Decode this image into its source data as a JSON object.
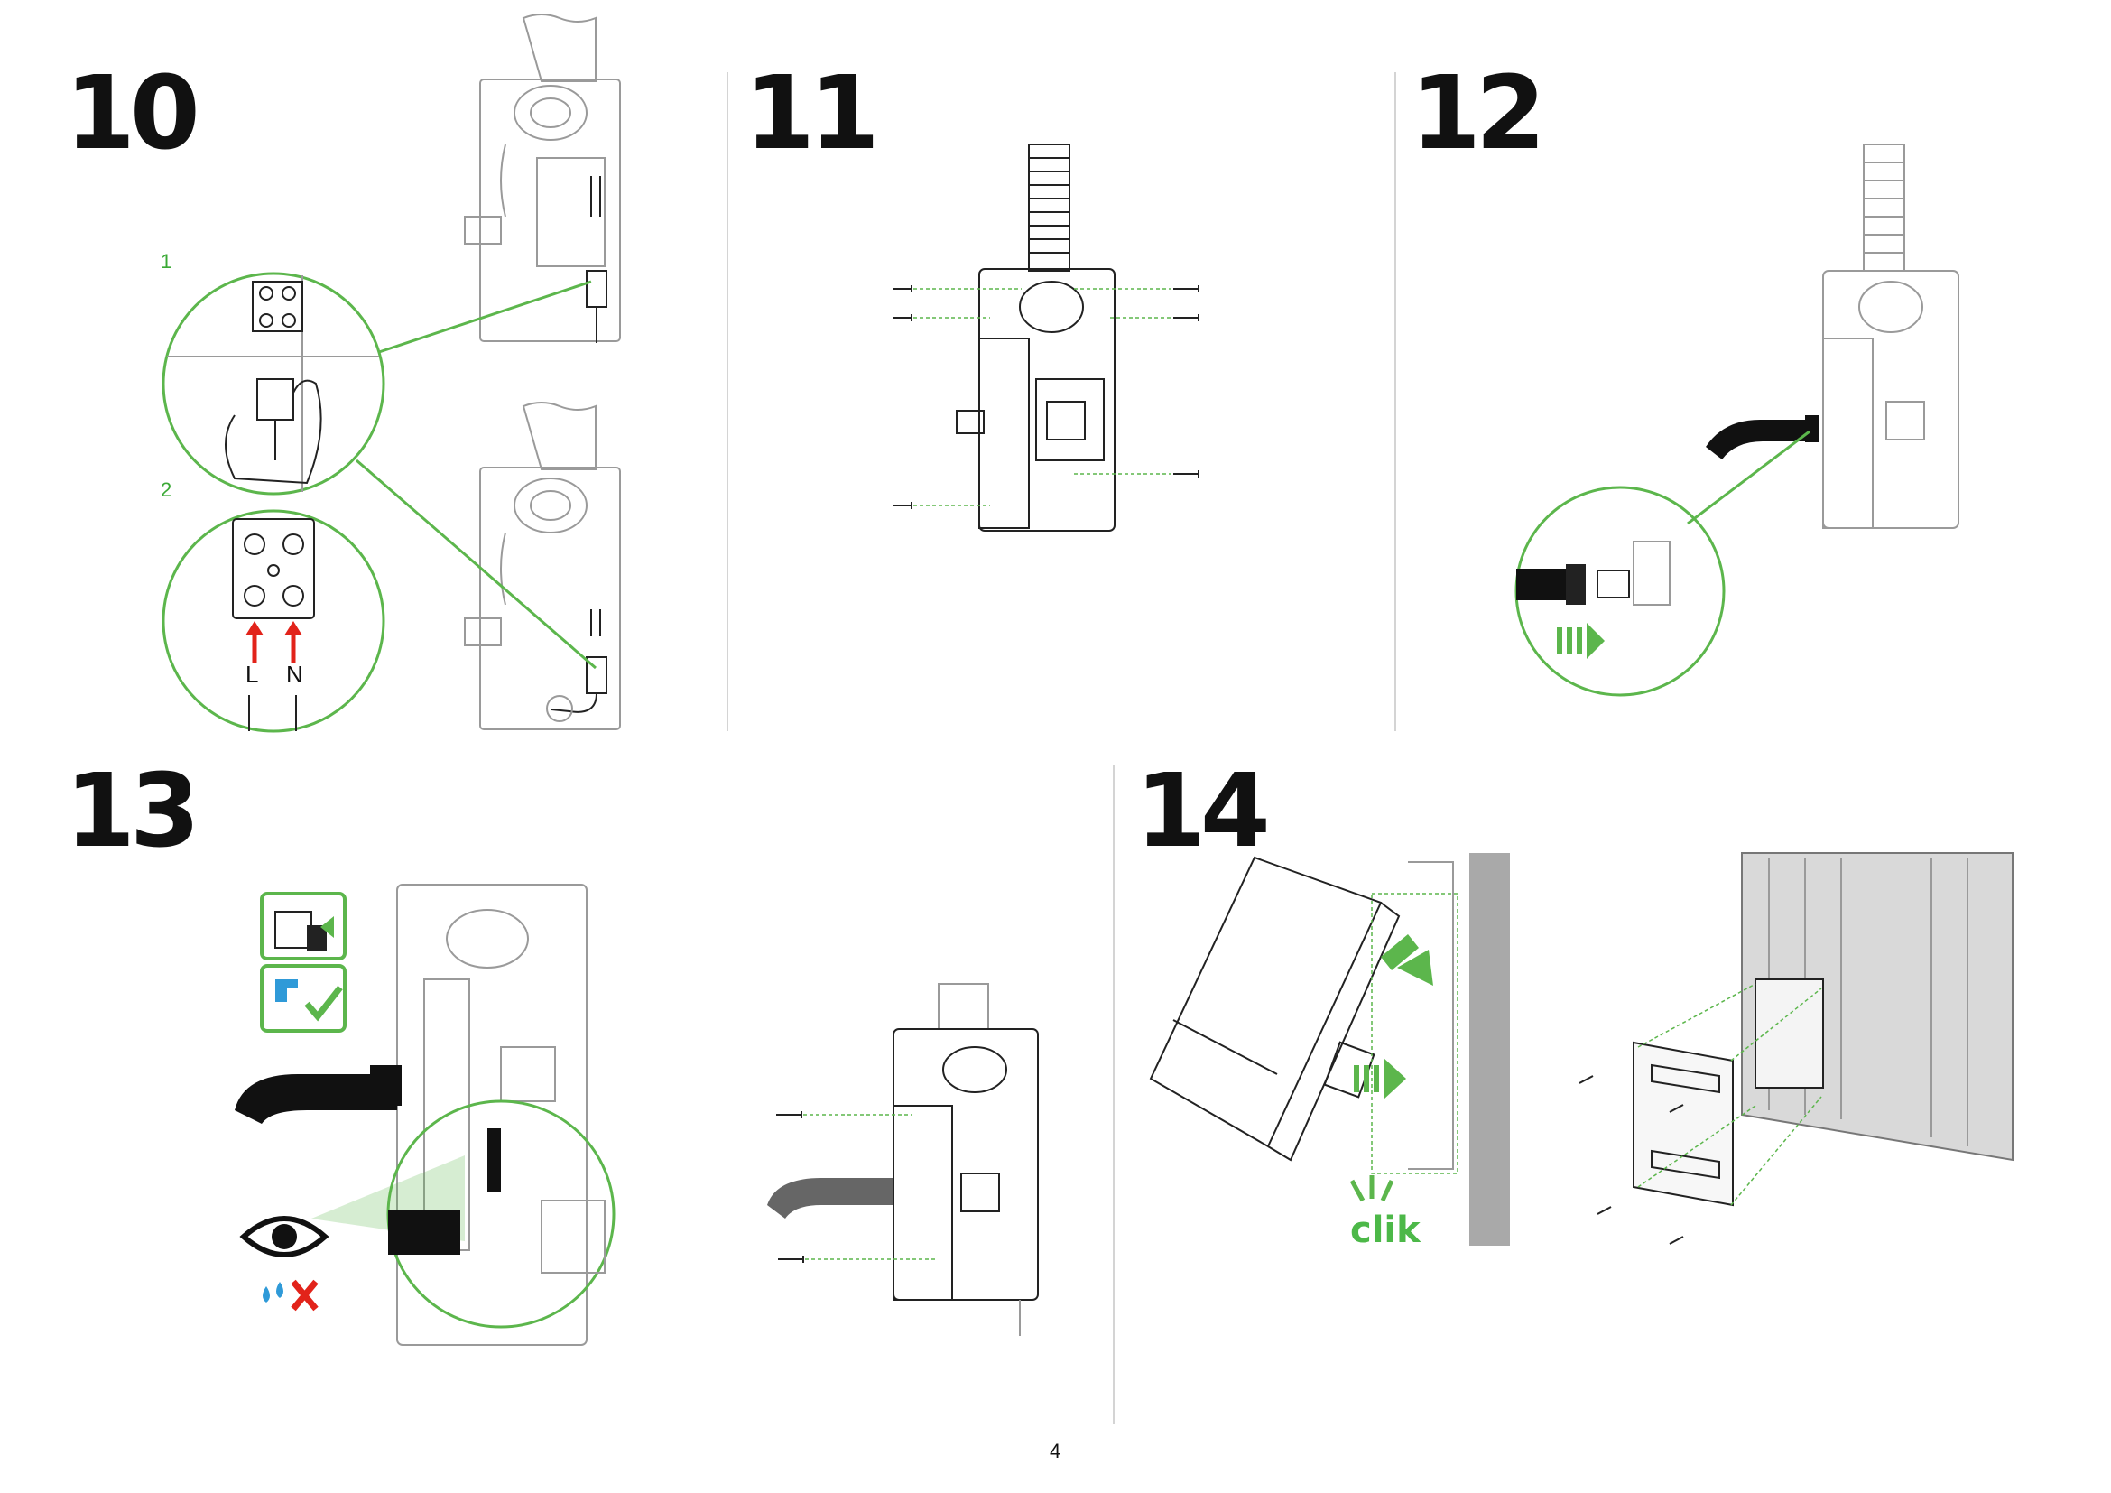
{
  "steps": [
    {
      "number": "10",
      "sub_labels": [
        "1",
        "2"
      ],
      "wire_labels": {
        "live": "L",
        "neutral": "N"
      }
    },
    {
      "number": "11"
    },
    {
      "number": "12"
    },
    {
      "number": "13"
    },
    {
      "number": "14",
      "click_text": "clik"
    }
  ],
  "page_number": "4",
  "colors": {
    "accent_green": "#5cb64c",
    "arrow_red": "#e2231a",
    "water_blue": "#2f9ad8",
    "text": "#111111",
    "divider": "#d4d4d4"
  },
  "icons": [
    "plug-socket-icon",
    "water-tap-icon",
    "checkmark-icon",
    "eye-icon",
    "water-drops-icon",
    "cross-icon"
  ]
}
